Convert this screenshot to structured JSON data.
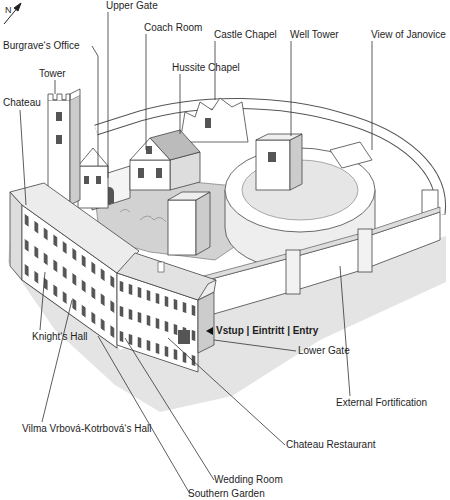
{
  "diagram": {
    "labels": [
      "N",
      "Upper Gate",
      "Coach Room",
      "Castle Chapel",
      "Well Tower",
      "View of Janovice",
      "Burgrave‘s Office",
      "Hussite Chapel",
      "Tower",
      "Chateau",
      "Vstup | Eintritt | Entry",
      "Knight‘s Hall",
      "Lower Gate",
      "External Fortification",
      "Vilma Vrbová-Kotrbová‘s Hall",
      "Chateau Restaurant",
      "Wedding Room",
      "Southern Garden"
    ]
  }
}
